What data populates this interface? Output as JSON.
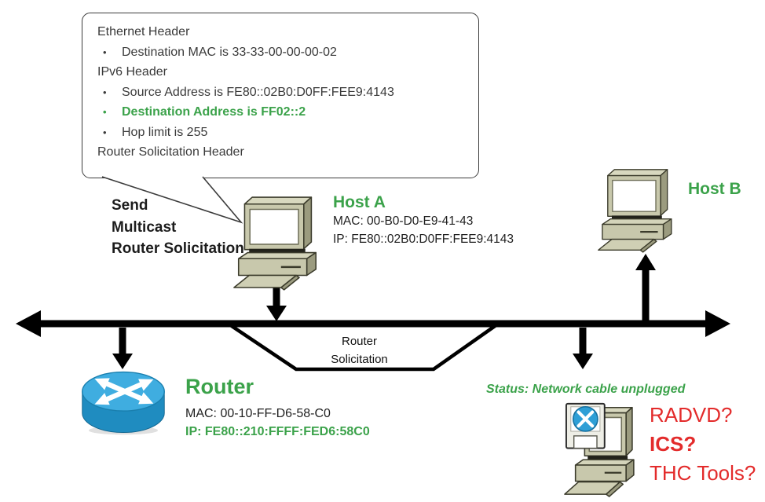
{
  "colors": {
    "accent_green": "#3ba24a",
    "alert_red": "#e32b2b",
    "router_blue": "#2e9fd6",
    "line_black": "#000000"
  },
  "callout": {
    "bullet_char": "•",
    "ethernet_header": "Ethernet Header",
    "dest_mac": "Destination MAC is 33-33-00-00-00-02",
    "ipv6_header": "IPv6 Header",
    "src_addr": "Source Address is FE80::02B0:D0FF:FEE9:4143",
    "dest_addr": "Destination Address is FF02::2",
    "hop_limit": "Hop limit is 255",
    "rs_header": "Router Solicitation Header"
  },
  "action_note": {
    "line1": "Send",
    "line2": "Multicast",
    "line3": "Router Solicitation"
  },
  "host_a": {
    "title": "Host A",
    "mac": "MAC: 00-B0-D0-E9-41-43",
    "ip": "IP: FE80::02B0:D0FF:FEE9:4143"
  },
  "host_b": {
    "title": "Host B"
  },
  "router": {
    "title": "Router",
    "mac": "MAC: 00-10-FF-D6-58-C0",
    "ip": "IP: FE80::210:FFFF:FED6:58C0"
  },
  "bus_label": {
    "line1": "Router",
    "line2": "Solicitation"
  },
  "unplugged": {
    "status": "Status: Network cable unplugged",
    "option1": "RADVD?",
    "option2": "ICS?",
    "option3": "THC Tools?"
  }
}
